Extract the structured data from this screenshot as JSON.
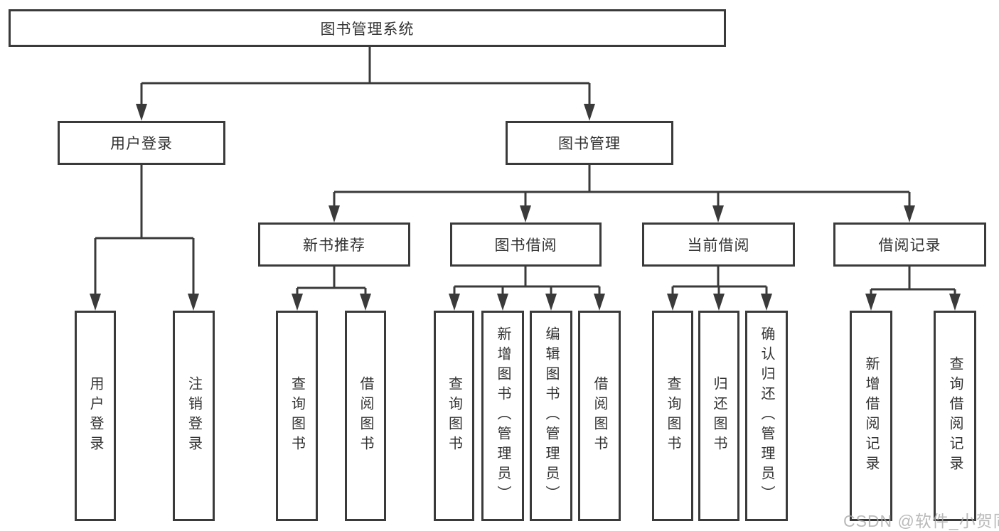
{
  "diagram": {
    "title": "图书管理系统",
    "branches": {
      "user_login": {
        "label": "用户登录",
        "children": [
          "用户登录",
          "注销登录"
        ]
      },
      "book_management": {
        "label": "图书管理",
        "groups": [
          {
            "label": "新书推荐",
            "children": [
              "查询图书",
              "借阅图书"
            ]
          },
          {
            "label": "图书借阅",
            "children": [
              "查询图书",
              "新增图书（管理员）",
              "编辑图书（管理员）",
              "借阅图书"
            ]
          },
          {
            "label": "当前借阅",
            "children": [
              "查询图书",
              "归还图书",
              "确认归还（管理员）"
            ]
          },
          {
            "label": "借阅记录",
            "children": [
              "新增借阅记录",
              "查询借阅记录"
            ]
          }
        ]
      }
    }
  },
  "watermark": {
    "text": "CSDN @软件_小贺同学"
  },
  "colors": {
    "line": "#3a3a3a",
    "text": "#333333",
    "watermark": "#a9a9a9",
    "bg": "#ffffff"
  }
}
